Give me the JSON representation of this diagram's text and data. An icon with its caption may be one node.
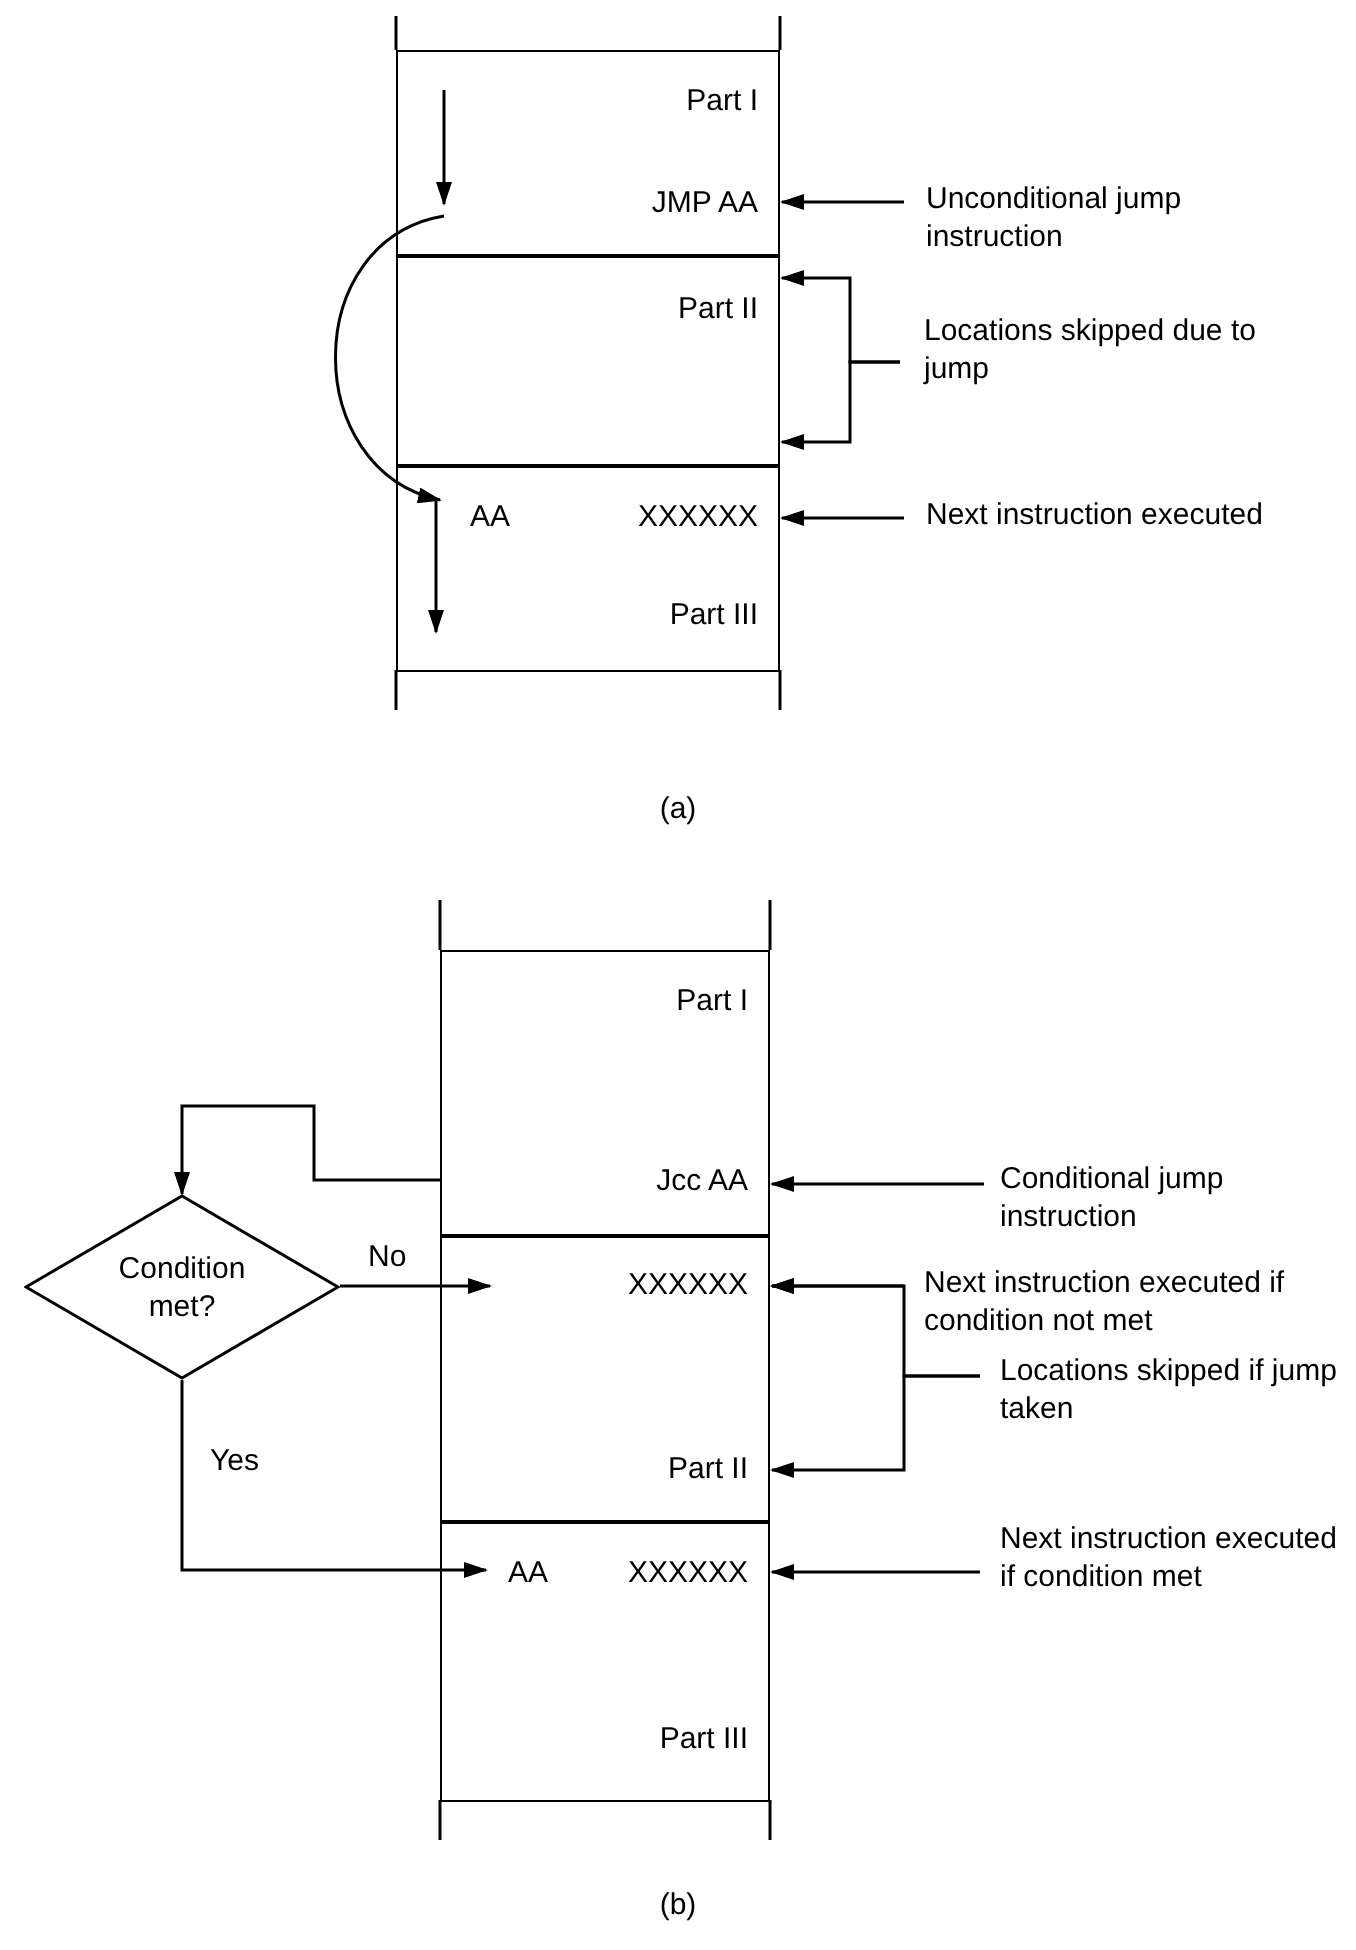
{
  "diagram": {
    "nodes": [
      {
        "text": [
          "Part I",
          "JMP AA"
        ]
      },
      {
        "text": [
          "Part II"
        ]
      },
      {
        "text": [
          "AA",
          "XXXXXX",
          "Part III"
        ]
      },
      {
        "text": [
          "Unconditional jump instruction"
        ]
      },
      {
        "text": [
          "Locations skipped due to jump"
        ]
      },
      {
        "text": [
          "Next instruction executed"
        ]
      },
      {
        "text": [
          "Part I",
          "Jcc AA"
        ]
      },
      {
        "text": [
          "XXXXXX",
          "Part II"
        ]
      },
      {
        "text": [
          "AA",
          "XXXXXX",
          "Part III"
        ]
      },
      {
        "text": [
          "Condition met?"
        ]
      },
      {
        "text": [
          "Conditional jump instruction"
        ]
      },
      {
        "text": [
          "Next instruction executed if condition not met"
        ]
      },
      {
        "text": [
          "Locations skipped if jump taken"
        ]
      },
      {
        "text": [
          "Next instruction executed if condition met"
        ]
      }
    ],
    "edges": [
      {
        "from": 3,
        "to": 0,
        "arrow": "to"
      },
      {
        "from": 4,
        "to": 1,
        "arrow": "to"
      },
      {
        "from": 4,
        "to": 1,
        "arrow": "to"
      },
      {
        "from": 5,
        "to": 2,
        "arrow": "to"
      },
      {
        "from": 0,
        "to": 2,
        "arrow": "to"
      },
      {
        "from": 10,
        "to": 6,
        "arrow": "to"
      },
      {
        "from": 6,
        "to": 9,
        "arrow": "to"
      },
      {
        "from": 9,
        "to": 7,
        "arrow": "to",
        "label": "No"
      },
      {
        "from": 9,
        "to": 8,
        "arrow": "to",
        "label": "Yes"
      },
      {
        "from": 11,
        "to": 7,
        "arrow": "to"
      },
      {
        "from": 12,
        "to": 7,
        "arrow": "to"
      },
      {
        "from": 12,
        "to": 7,
        "arrow": "to"
      },
      {
        "from": 13,
        "to": 8,
        "arrow": "to"
      }
    ],
    "labels": [
      "(a)",
      "(b)"
    ]
  }
}
